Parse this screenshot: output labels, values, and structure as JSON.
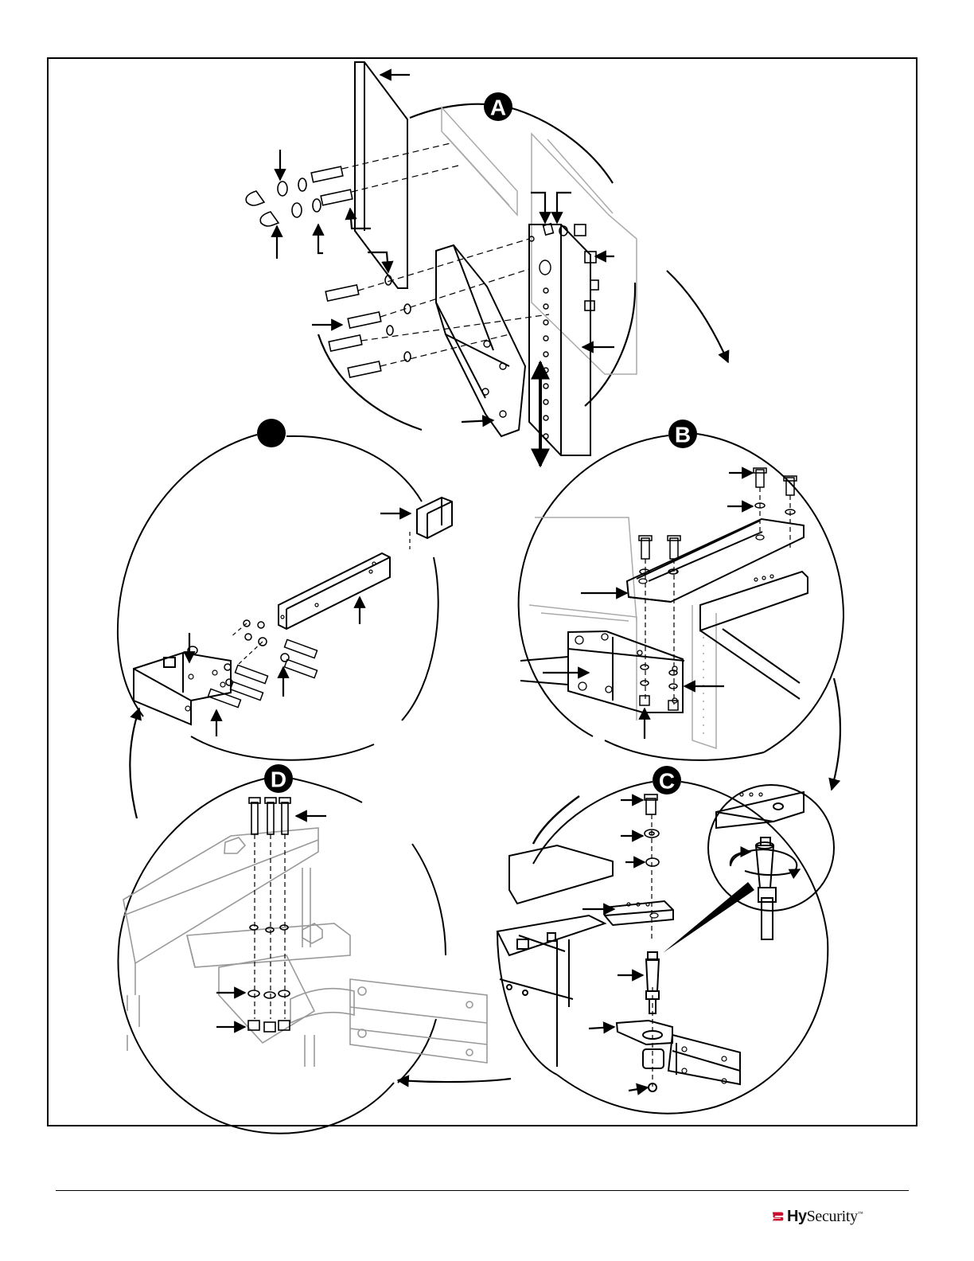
{
  "steps": [
    {
      "id": "A",
      "label": "A"
    },
    {
      "id": "B",
      "label": "B"
    },
    {
      "id": "C",
      "label": "C"
    },
    {
      "id": "D",
      "label": "D"
    },
    {
      "id": "E",
      "label": ""
    }
  ],
  "footer": {
    "brand_prefix": "Hy",
    "brand_suffix": "Security",
    "brand_mark": "hysecurity-logo-icon",
    "brand_color": "#c8102e"
  },
  "colors": {
    "line": "#000000",
    "ghost": "#9a9a9a",
    "badge": "#000000"
  }
}
